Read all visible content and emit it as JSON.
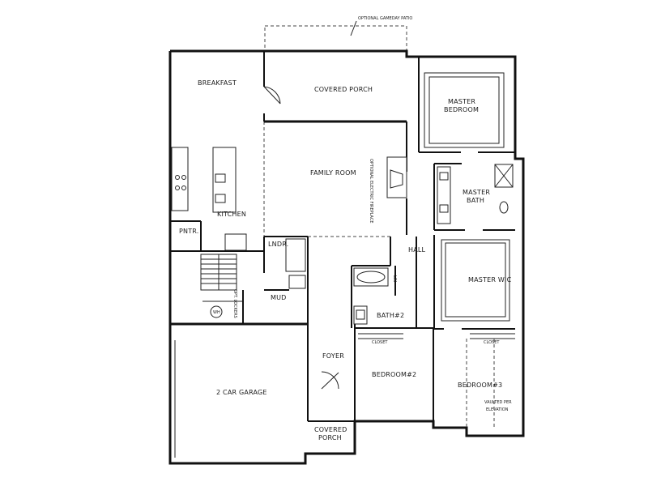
{
  "rooms": {
    "optional_patio": "OPTIONAL GAMEDAY PATIO",
    "covered_porch_rear": "COVERED PORCH",
    "breakfast": "BREAKFAST",
    "kitchen": "KITCHEN",
    "pantry": "PNTR.",
    "family_room": "FAMILY ROOM",
    "fireplace": "OPTIONAL ELECTRIC FIREPLACE",
    "master_bedroom_l1": "MASTER",
    "master_bedroom_l2": "BEDROOM",
    "master_bath_l1": "MASTER",
    "master_bath_l2": "BATH",
    "hall": "HALL",
    "laundry": "LNDR.",
    "linen": "LIN",
    "master_wic": "MASTER WIC",
    "mud": "MUD",
    "lockers": "OPT. LOCKERS",
    "water_heater": "WH",
    "bath2": "BATH#2",
    "closet_bed2": "CLOSET",
    "closet_bed3": "CLOSET",
    "foyer": "FOYER",
    "bedroom2": "BEDROOM#2",
    "bedroom3": "BEDROOM#3",
    "vaulted_l1": "VAULTED PER",
    "vaulted_l2": "ELEVATION",
    "garage": "2 CAR GARAGE",
    "covered_porch_front_l1": "COVERED",
    "covered_porch_front_l2": "PORCH"
  }
}
